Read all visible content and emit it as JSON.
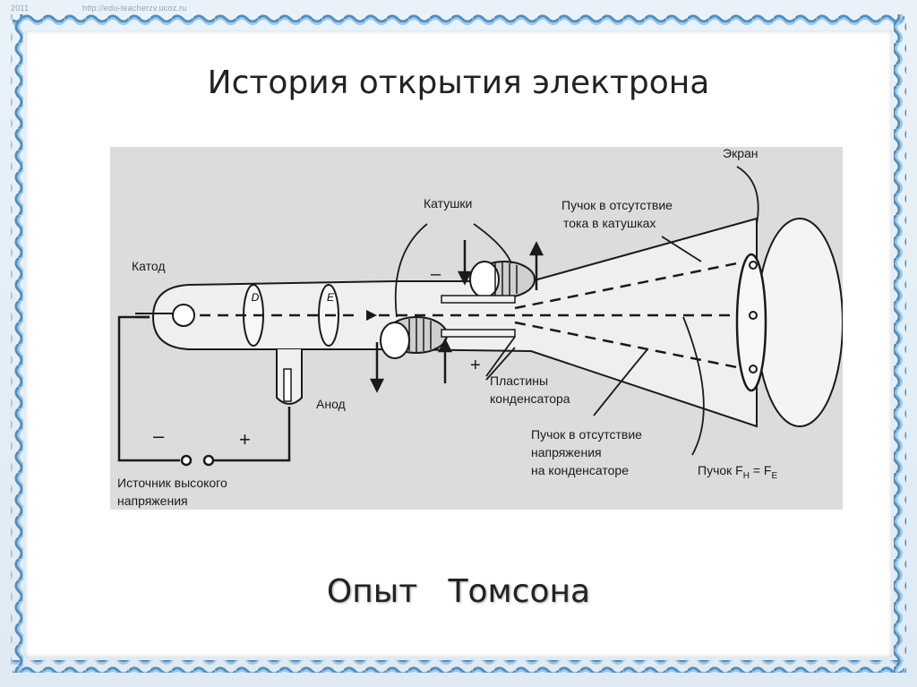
{
  "watermark": {
    "year": "2011",
    "url": "http://edu-teacherzv.ucoz.ru"
  },
  "slide": {
    "title": "История открытия электрона",
    "caption": "Опыт   Томсона"
  },
  "diagram": {
    "labels": {
      "cathode": "Катод",
      "anode": "Анод",
      "coils": "Катушки",
      "screen": "Экран",
      "plates_1": "Пластины",
      "plates_2": "конденсатора",
      "no_current_1": "Пучок в отсутствие",
      "no_current_2": "тока в катушках",
      "no_voltage_1": "Пучок в отсутствие",
      "no_voltage_2": "напряжения",
      "no_voltage_3": "на конденсаторе",
      "beam_fh_fe": "Пучок F",
      "fh_sub": "H",
      "eq_fe": " = F",
      "fe_sub": "E",
      "source_1": "Источник высокого",
      "source_2": "напряжения",
      "minus": "–",
      "plus": "+",
      "d": "D",
      "e": "E"
    },
    "colors": {
      "panel": "#dcdcdc",
      "ink": "#1a1a1a"
    }
  }
}
